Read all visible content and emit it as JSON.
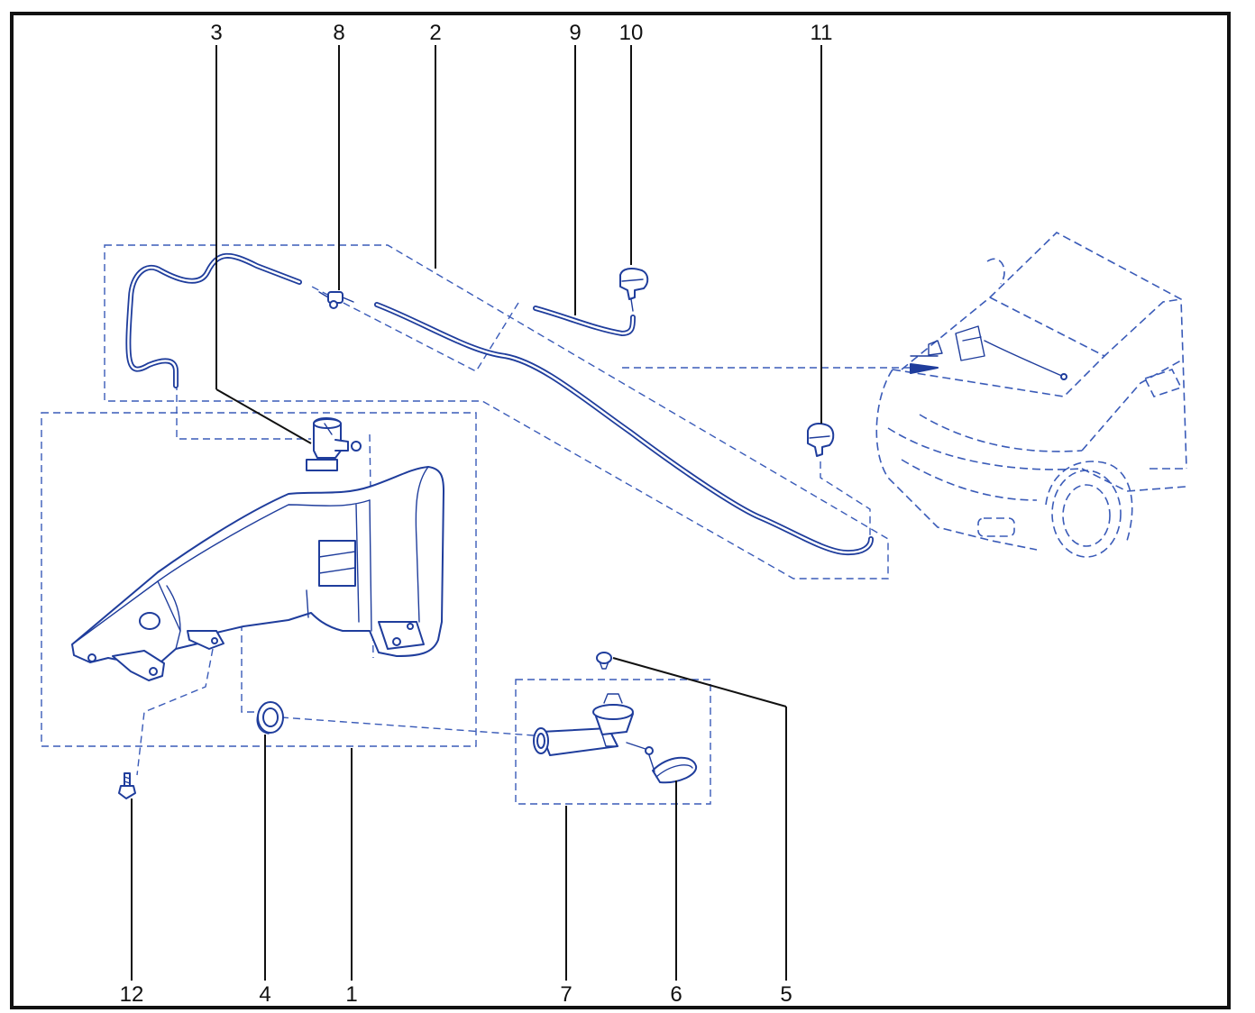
{
  "diagram": {
    "callouts": [
      {
        "id": "callout-1",
        "text": "1"
      },
      {
        "id": "callout-2",
        "text": "2"
      },
      {
        "id": "callout-3",
        "text": "3"
      },
      {
        "id": "callout-4",
        "text": "4"
      },
      {
        "id": "callout-5",
        "text": "5"
      },
      {
        "id": "callout-6",
        "text": "6"
      },
      {
        "id": "callout-7",
        "text": "7"
      },
      {
        "id": "callout-8",
        "text": "8"
      },
      {
        "id": "callout-9",
        "text": "9"
      },
      {
        "id": "callout-10",
        "text": "10"
      },
      {
        "id": "callout-11",
        "text": "11"
      },
      {
        "id": "callout-12",
        "text": "12"
      }
    ],
    "colors": {
      "part_line": "#1f3d9c",
      "dash_line": "#3a5bb8",
      "leader_line": "#111111",
      "background": "#ffffff"
    }
  }
}
